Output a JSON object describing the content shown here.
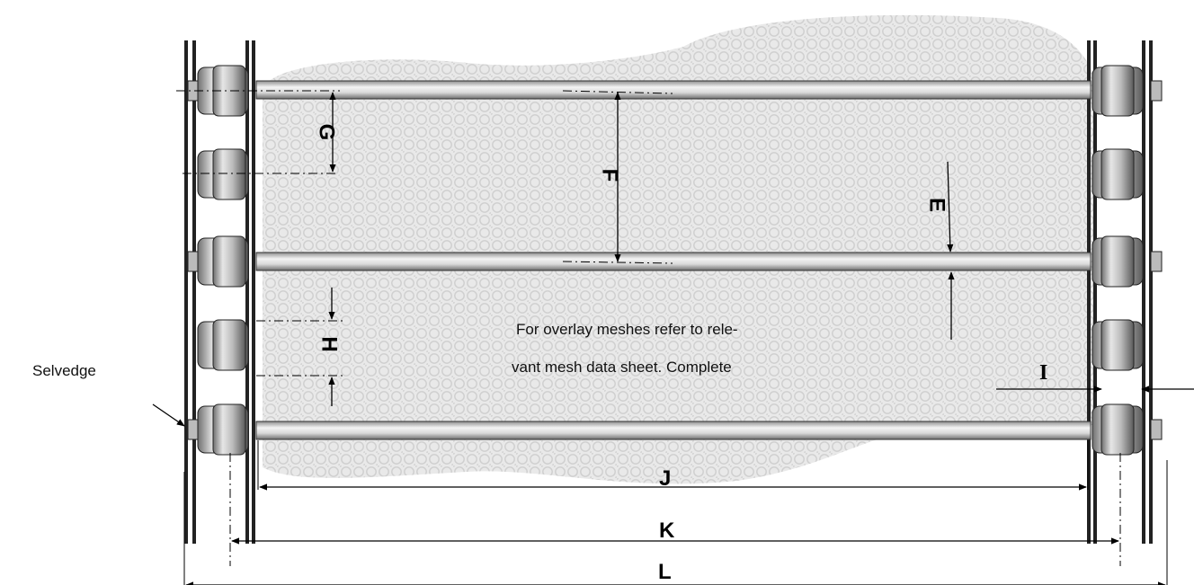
{
  "labels": {
    "E": "E",
    "F": "F",
    "G": "G",
    "H": "H",
    "I": "I",
    "J": "J",
    "K": "K",
    "L": "L"
  },
  "selvedge_label": "Selvedge",
  "note": {
    "line1": "For overlay  meshes refer to rele-",
    "line2": "vant  mesh data sheet.  Complete"
  },
  "colors": {
    "mesh_fill": "#e4e4e4",
    "rod": "#d0d0d0",
    "roller": "#bdbdbd",
    "line": "#000000"
  }
}
